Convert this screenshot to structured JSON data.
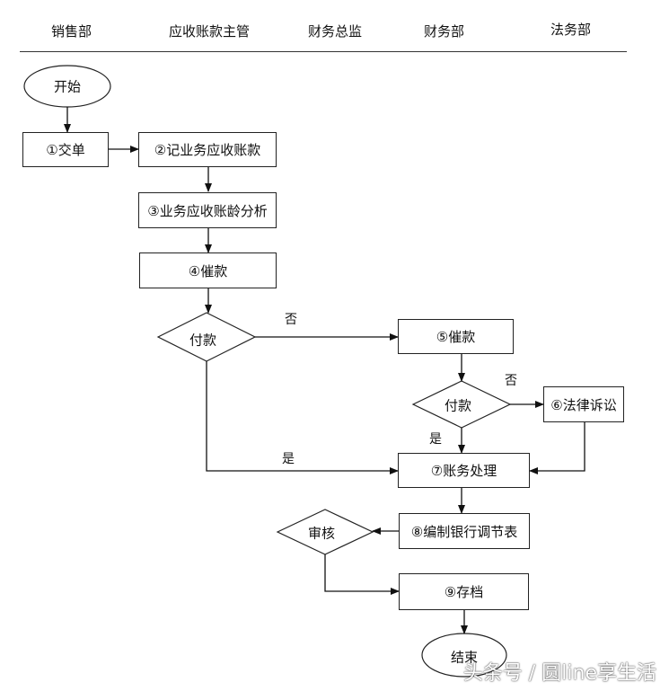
{
  "columns": [
    "销售部",
    "应收账款主管",
    "财务总监",
    "财务部",
    "法务部"
  ],
  "nodes": {
    "start": "开始",
    "submit_order": "①交单",
    "record_receivable": "②记业务应收账款",
    "aging_analysis": "③业务应收账龄分析",
    "collect_1": "④催款",
    "payment_decision_1": "付款",
    "collect_2": "⑤催款",
    "payment_decision_2": "付款",
    "litigation": "⑥法律诉讼",
    "accounting": "⑦账务处理",
    "reconciliation": "⑧编制银行调节表",
    "review": "审核",
    "archive": "⑨存档",
    "end": "结束"
  },
  "edge_labels": {
    "no_1": "否",
    "yes_1": "是",
    "no_2": "否",
    "yes_2": "是"
  },
  "watermark": "头条号 / 圆line享生活"
}
